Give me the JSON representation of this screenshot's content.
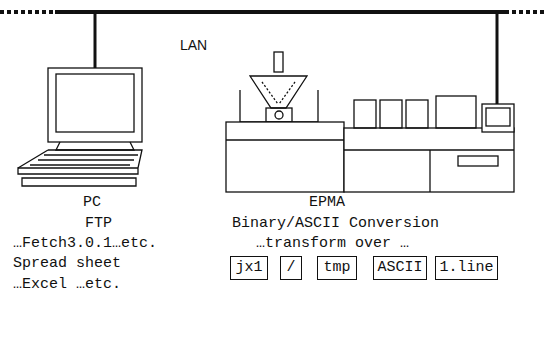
{
  "diagram": {
    "nodes": [
      {
        "text": [
          "jx1"
        ]
      },
      {
        "text": [
          "/"
        ]
      },
      {
        "text": [
          "tmp"
        ]
      },
      {
        "text": [
          "ASCII"
        ]
      },
      {
        "text": [
          "1.line"
        ]
      }
    ],
    "labels": [
      "LAN",
      "PC",
      "FTP",
      "…Fetch3.0.1…etc.",
      "Spread sheet",
      "…Excel …etc.",
      "EPMA",
      "Binary/ASCII Conversion",
      "…transform over …"
    ]
  }
}
